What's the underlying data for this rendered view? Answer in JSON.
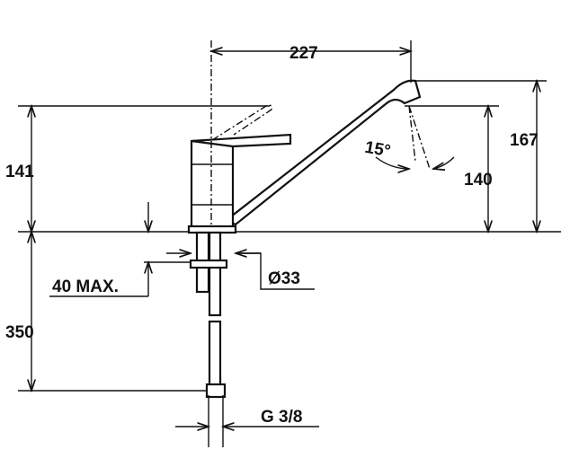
{
  "title": "Kitchen faucet dimension drawing",
  "dimensions": {
    "spout_reach": "227",
    "total_height": "167",
    "lever_height": "141",
    "spout_height": "140",
    "swivel_angle": "15°",
    "max_counter_thickness": "40 MAX.",
    "hole_diameter": "Ø33",
    "hose_length": "350",
    "connection_thread": "G 3/8"
  }
}
